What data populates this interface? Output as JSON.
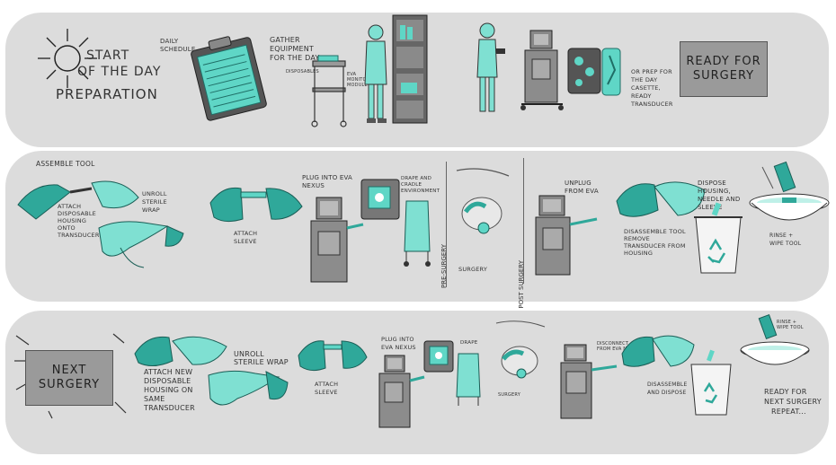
{
  "row1": {
    "title_line1": "START",
    "title_line2": "OF THE DAY",
    "title_line3": "PREPARATION",
    "daily_schedule": "DAILY SCHEDULE",
    "gather_l1": "GATHER",
    "gather_l2": "EQUIPMENT",
    "gather_l3": "FOR THE DAY",
    "disposables": "DISPOSABLES",
    "eva_monitor": "EVA MONITORING MODULE",
    "prep_l1": "OR PREP FOR",
    "prep_l2": "THE DAY",
    "prep_l3": "CASETTE,",
    "prep_l4": "READY",
    "prep_l5": "TRANSDUCER",
    "ready_box": "READY FOR SURGERY"
  },
  "row2": {
    "assemble_tool": "ASSEMBLE TOOL",
    "attach_disposable": "ATTACH DISPOSABLE HOUSING ONTO TRANSDUCER",
    "unroll_sterile": "UNROLL STERILE WRAP",
    "attach_sleeve": "ATTACH SLEEVE",
    "plug_eva": "PLUG INTO EVA NEXUS",
    "drape_cable": "DRAPE AND CRADLE ENVIRONMENT",
    "pre_surgery": "PRE-SURGERY",
    "surgery": "SURGERY",
    "post_surgery": "POST SURGERY",
    "unplug_eva": "UNPLUG FROM EVA",
    "disassemble": "DISASSEMBLE TOOL REMOVE TRANSDUCER FROM HOUSING",
    "dispose_housing": "DISPOSE HOUSING, NEEDLE AND SLEEVE",
    "rinse_wipe": "RINSE + WIPE TOOL"
  },
  "row3": {
    "next_box": "NEXT SURGERY",
    "attach_new": "ATTACH NEW DISPOSABLE HOUSING ON SAME TRANSDUCER",
    "unroll_sterile": "UNROLL STERILE WRAP",
    "attach_sleeve": "ATTACH SLEEVE",
    "plug_eva": "PLUG INTO EVA NEXUS",
    "drape": "DRAPE",
    "surgery": "SURGERY",
    "disconnect": "DISCONNECT FROM EVA NEXUS",
    "disassemble": "DISASSEMBLE AND DISPOSE",
    "rinse_wipe": "RINSE + WIPE TOOL",
    "ready_repeat_l1": "READY FOR",
    "ready_repeat_l2": "NEXT SURGERY",
    "ready_repeat_l3": "REPEAT..."
  },
  "colors": {
    "band": "#dcdcdc",
    "teal": "#5fd6c6",
    "glove": "#2fa89a",
    "machine": "#8c8c8c",
    "box": "#9a9a9a"
  }
}
